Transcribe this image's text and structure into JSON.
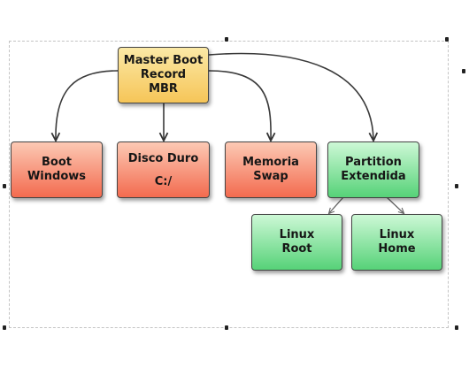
{
  "diagram": {
    "root": {
      "label": "Master Boot\nRecord\nMBR",
      "color": "yellow"
    },
    "level1": [
      {
        "label": "Boot\nWindows",
        "color": "red"
      },
      {
        "label": "Disco Duro\n\nC:/",
        "color": "red"
      },
      {
        "label": "Memoria\nSwap",
        "color": "red"
      },
      {
        "label": "Partition\nExtendida",
        "color": "green"
      }
    ],
    "level2": [
      {
        "label": "Linux\nRoot",
        "color": "green"
      },
      {
        "label": "Linux\nHome",
        "color": "green"
      }
    ],
    "edges": [
      {
        "from": "root",
        "to": "boot-windows"
      },
      {
        "from": "root",
        "to": "disco-duro"
      },
      {
        "from": "root",
        "to": "memoria-swap"
      },
      {
        "from": "root",
        "to": "partition-extendida"
      },
      {
        "from": "partition-extendida",
        "to": "linux-root"
      },
      {
        "from": "partition-extendida",
        "to": "linux-home"
      }
    ]
  },
  "colors": {
    "yellow": "#f6c558",
    "red": "#f36b4f",
    "green": "#56d278",
    "border": "#444444",
    "arrow": "#3a3a3a"
  }
}
